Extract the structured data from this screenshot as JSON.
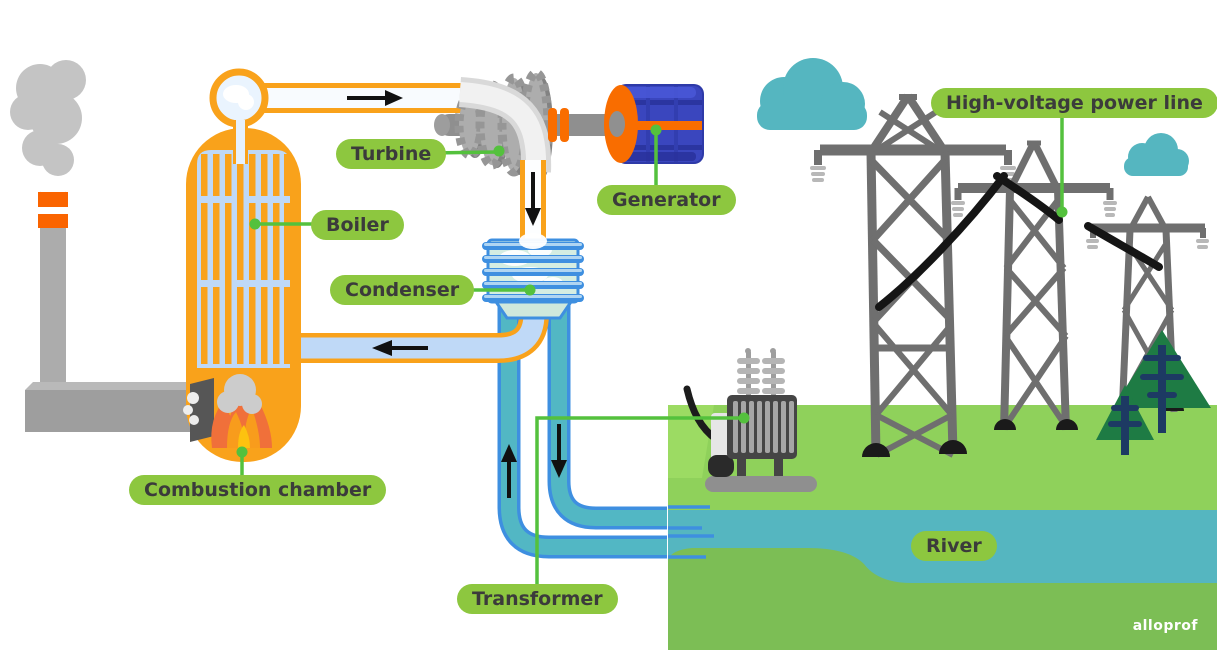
{
  "diagram": {
    "labels": {
      "turbine": "Turbine",
      "boiler": "Boiler",
      "generator": "Generator",
      "condenser": "Condenser",
      "combustion_chamber": "Combustion chamber",
      "transformer": "Transformer",
      "high_voltage_power_line": "High-voltage power line",
      "river": "River"
    },
    "watermark": "alloprof",
    "colors": {
      "label_pill_green": "#8DC73F",
      "leader_line_green": "#54C13D",
      "label_text": "#3B3B3B",
      "boiler_orange": "#F9A21B",
      "stack_stripe_orange": "#FA6400",
      "generator_orange": "#F96D00",
      "generator_blue": "#3A46BE",
      "water_light_blue": "#BFD9F7",
      "pipe_outline_blue": "#3E8FE0",
      "cooling_teal": "#52B7C4",
      "river_teal": "#55B6C0",
      "grass_green": "#8FD15B",
      "bank_green": "#7CBE55",
      "tree_green": "#1E7B44",
      "tree_trunk_navy": "#1D3A63",
      "steel_gray": "#6F6F6F",
      "smoke_gray": "#C4C4C4",
      "flame_orange": "#F0703A",
      "flame_yellow": "#FDC20F",
      "cable_black": "#1A1A1A",
      "background": "#FFFFFF"
    },
    "flow_arrows": [
      "steam: boiler to turbine (right)",
      "steam: turbine to condenser (down)",
      "condensate: condenser back to boiler (left)",
      "cooling water: river to condenser (up)",
      "cooling water: condenser to river (down)"
    ]
  }
}
